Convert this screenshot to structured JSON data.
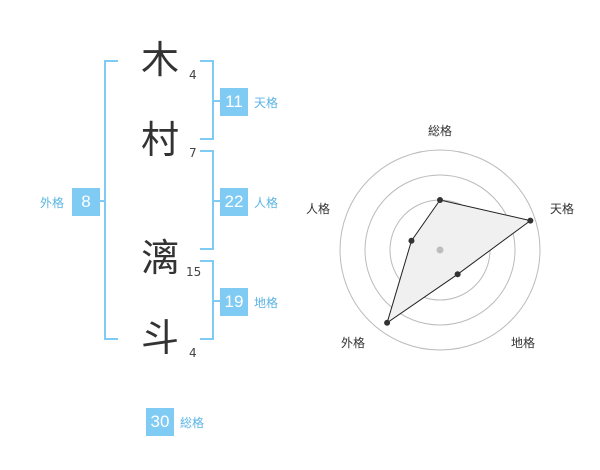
{
  "name": {
    "chars": [
      "木",
      "村",
      "漓",
      "斗"
    ],
    "strokes": [
      "4",
      "7",
      "15",
      "4"
    ]
  },
  "fortunes": {
    "tenkaku": {
      "value": "11",
      "label": "天格"
    },
    "jinkaku": {
      "value": "22",
      "label": "人格"
    },
    "chikaku": {
      "value": "19",
      "label": "地格"
    },
    "gaikaku": {
      "value": "8",
      "label": "外格"
    },
    "soukaku": {
      "value": "30",
      "label": "総格"
    }
  },
  "radar": {
    "labels": [
      "総格",
      "天格",
      "地格",
      "外格",
      "人格"
    ],
    "values": [
      0.5,
      0.95,
      0.3,
      0.9,
      0.3
    ],
    "center_marker_color": "#bdbdbd",
    "fill_color": "#f0f0f0",
    "ring_color": "#bbbbbb"
  },
  "colors": {
    "accent": "#80cbf3",
    "accent_text": "#5bb4e4"
  }
}
